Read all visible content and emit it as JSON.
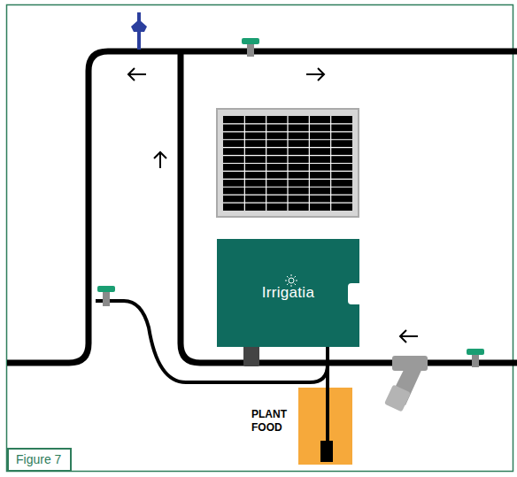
{
  "diagram": {
    "caption": "Figure 7",
    "nodes": [
      {
        "text": [
          "Irrigatia"
        ]
      }
    ],
    "labels": [
      "PLANT FOOD"
    ]
  }
}
